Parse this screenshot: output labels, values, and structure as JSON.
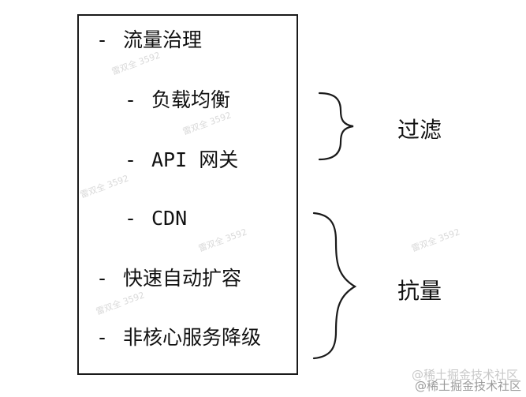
{
  "diagram": {
    "items": [
      {
        "dash": "-",
        "text": "流量治理"
      },
      {
        "dash": "-",
        "text": "负载均衡"
      },
      {
        "dash": "-",
        "text": "API 网关"
      },
      {
        "dash": "-",
        "text": "CDN"
      },
      {
        "dash": "-",
        "text": "快速自动扩容"
      },
      {
        "dash": "-",
        "text": "非核心服务降级"
      }
    ],
    "brace_labels": {
      "filter": "过滤",
      "resist": "抗量"
    }
  },
  "watermark": {
    "text": "雷双全 3592",
    "footer": "@稀土掘金技术社区"
  },
  "colors": {
    "stroke": "#1a1a1a",
    "watermark": "#d9d9d9",
    "footer": "#9a9a9a"
  }
}
